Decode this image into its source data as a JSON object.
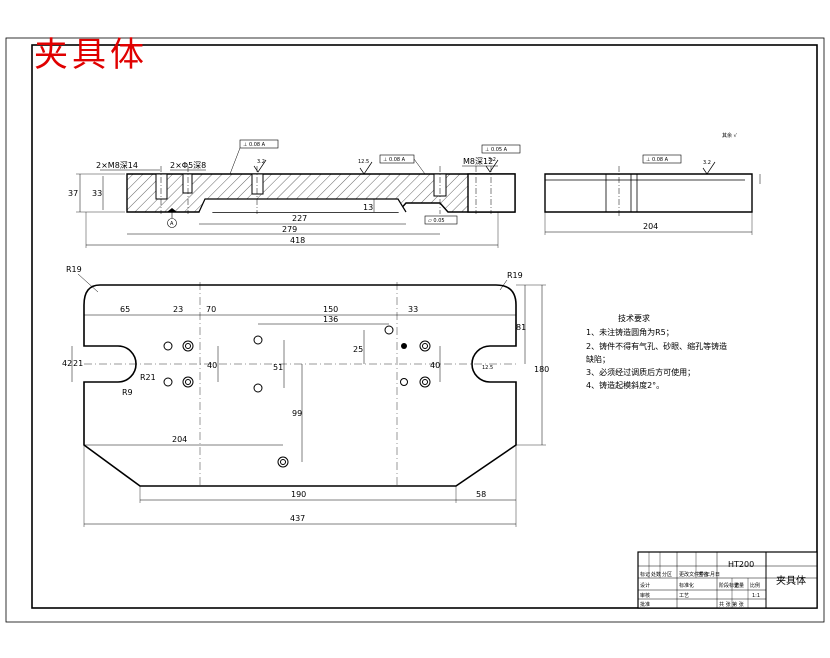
{
  "drawing_title": "夹具体",
  "views": {
    "front": {
      "labels": {
        "hole_left": "2×M8深14",
        "hole_mid": "2×Φ5深8",
        "hole_right": "M8深12",
        "roughness_a": "3.2",
        "roughness_b": "12.5",
        "roughness_c": "3.2",
        "datum": "A"
      },
      "dims": {
        "h_total": "37",
        "h_inner": "33",
        "slot_depth": "13",
        "len_227": "227",
        "len_279": "279",
        "len_418": "418"
      },
      "gdt": {
        "g1": "⊥ 0.08 A",
        "g2": "⊥ 0.08 A",
        "g3": "⊥ 0.05 A",
        "g4": "▱ 0.05"
      }
    },
    "side": {
      "labels": {
        "roughness": "3.2",
        "note": "其余 √"
      },
      "dims": {
        "width": "204"
      },
      "gdt": {
        "g1": "⊥ 0.08 A"
      }
    },
    "top": {
      "dims": {
        "r19_left": "R19",
        "r19_right": "R19",
        "d65": "65",
        "d23": "23",
        "d70": "70",
        "d150": "150",
        "d136": "136",
        "d33": "33",
        "d81": "81",
        "d180": "180",
        "d25": "25",
        "d40a": "40",
        "d51": "51",
        "d40b": "40",
        "d42": "42",
        "d21": "21",
        "r21": "R21",
        "r9": "R9",
        "d99": "99",
        "d204": "204",
        "d190": "190",
        "d58": "58",
        "d437": "437",
        "ra": "12.5"
      }
    }
  },
  "notes": {
    "title": "技术要求",
    "items": [
      "1、未注铸造圆角为R5；",
      "2、铸件不得有气孔、砂眼、缩孔等铸造",
      "缺陷；",
      "3、必须经过调质后方可使用；",
      "4、铸造起模斜度2°。"
    ]
  },
  "title_block": {
    "material": "HT200",
    "part_name": "夹具体",
    "cells": [
      "标记",
      "处数",
      "分区",
      "更改文件号",
      "签名",
      "年月日",
      "设计",
      "标准化",
      "阶段标记",
      "重量",
      "比例",
      "审核",
      "工艺",
      "批准",
      "共 张 第 张",
      "1:1"
    ]
  }
}
